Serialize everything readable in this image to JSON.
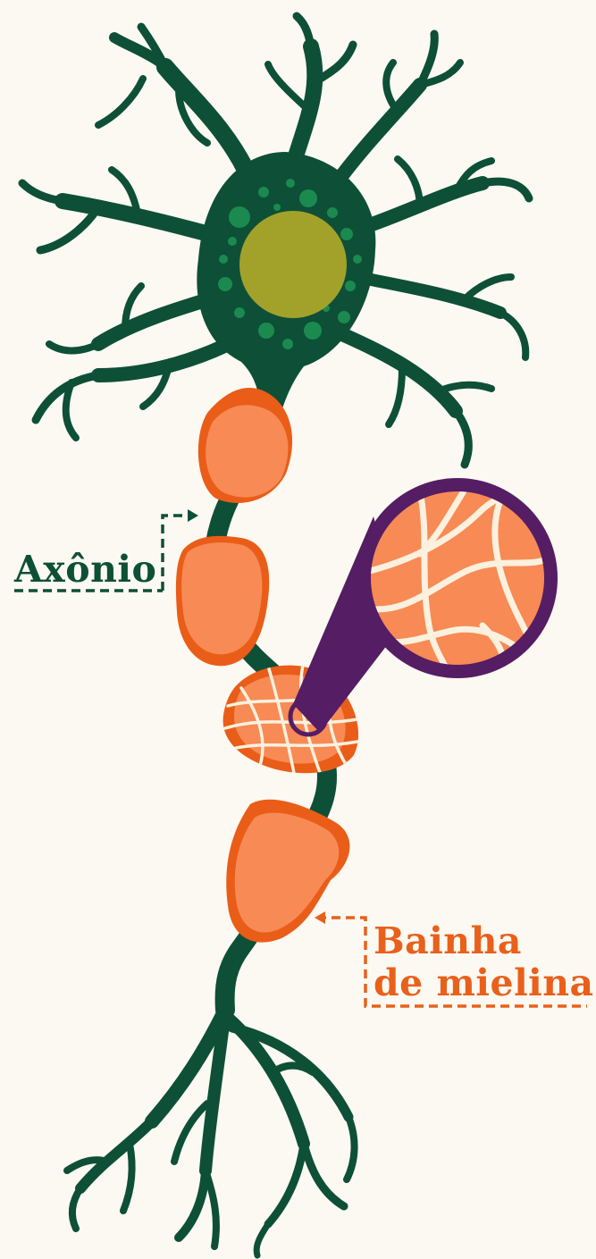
{
  "labels": {
    "axon": "Axônio",
    "myelin_line1": "Bainha",
    "myelin_line2": "de mielina"
  },
  "colors": {
    "background": "#fbf9f1",
    "neuron": "#0e4f37",
    "granules": "#1b8a4f",
    "nucleus": "#a2a22b",
    "myelin_light": "#f88a55",
    "myelin_dark": "#e95d18",
    "myelin_fibers": "#fbf1de",
    "magnifier_ring": "#551d63",
    "axon_label": "#0e4f37",
    "myelin_label": "#e9601b"
  }
}
